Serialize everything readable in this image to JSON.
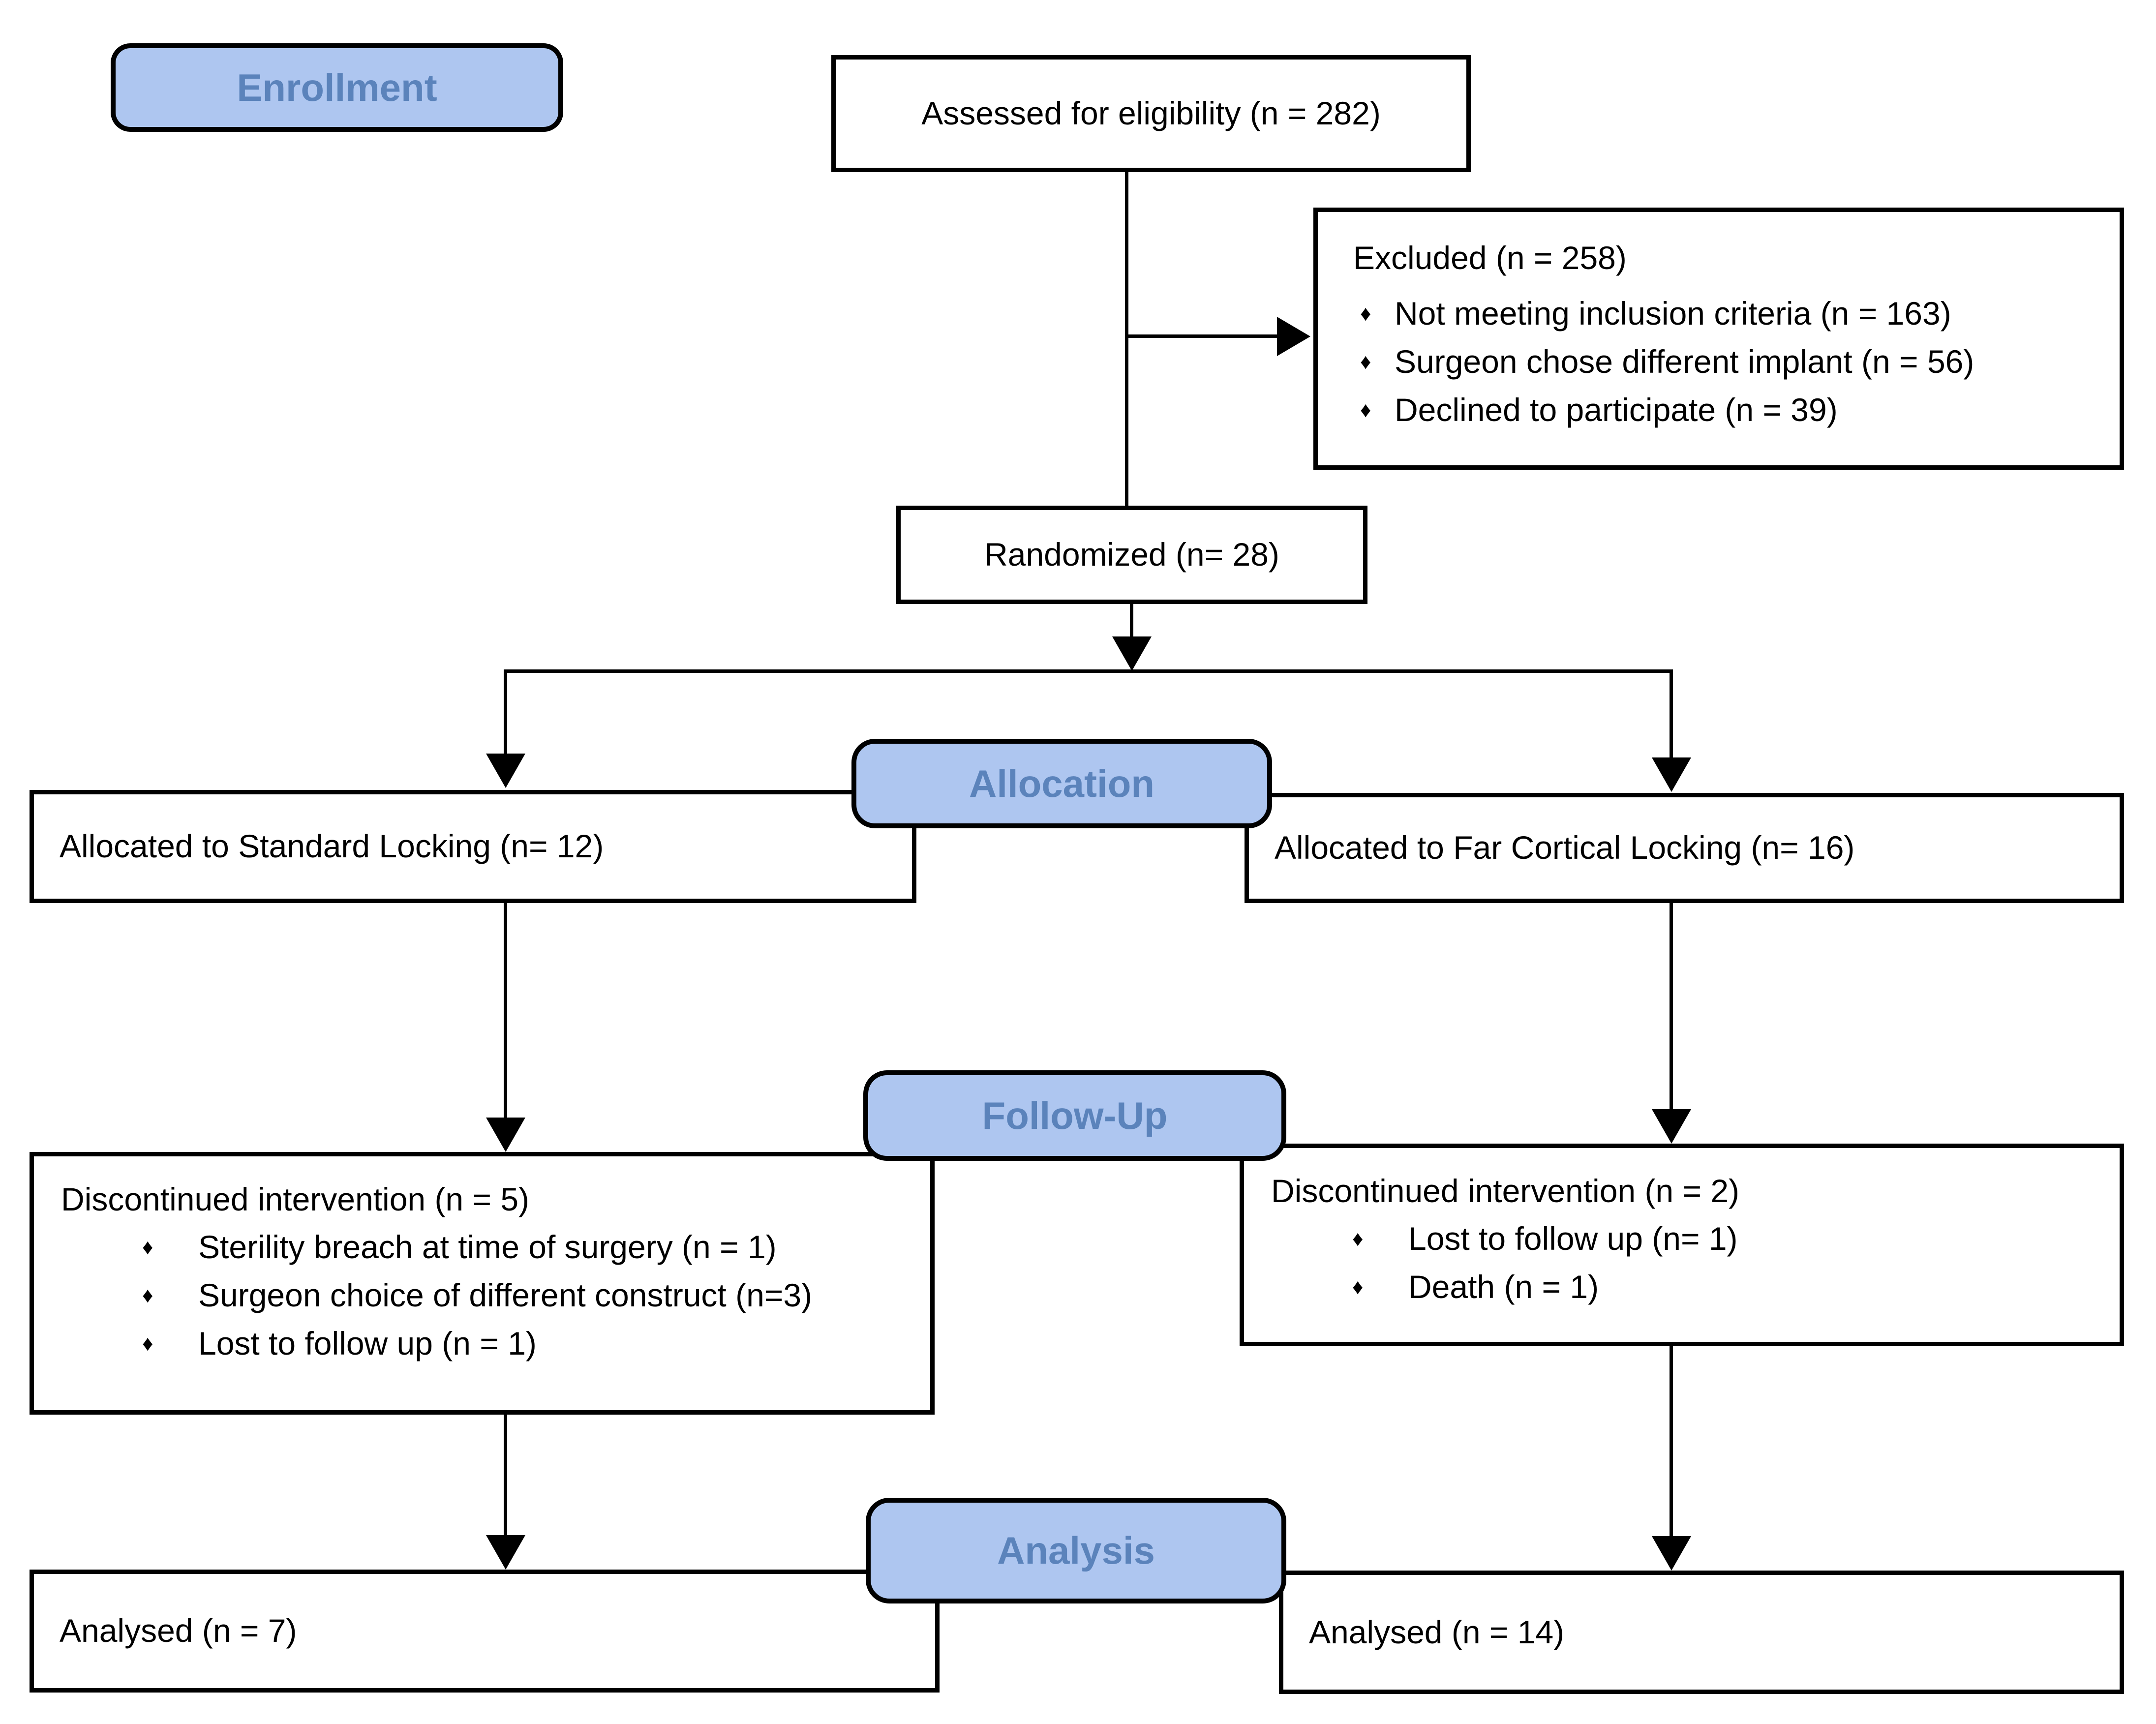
{
  "palette": {
    "label_fill": "#aec6f0",
    "label_text": "#5b83bb",
    "line": "#000000",
    "box_fill": "#ffffff",
    "text": "#000000",
    "background": "#ffffff"
  },
  "bullet_glyph": "♦",
  "stage_labels": {
    "enrollment": "Enrollment",
    "allocation": "Allocation",
    "followup": "Follow-Up",
    "analysis": "Analysis"
  },
  "boxes": {
    "assessed": {
      "text": "Assessed for eligibility (n = 282)"
    },
    "excluded": {
      "title": "Excluded (n = 258)",
      "bullets": [
        "Not meeting inclusion criteria (n = 163)",
        "Surgeon chose different implant (n = 56)",
        "Declined to participate (n = 39)"
      ]
    },
    "randomized": {
      "text": "Randomized (n= 28)"
    },
    "allocated_standard": {
      "text": "Allocated to Standard Locking (n= 12)"
    },
    "allocated_far_cortical": {
      "text": "Allocated to Far Cortical Locking (n= 16)"
    },
    "discontinued_standard": {
      "title": "Discontinued intervention (n = 5)",
      "bullets": [
        "Sterility breach at time of surgery (n = 1)",
        "Surgeon choice of different construct (n=3)",
        "Lost to follow up (n = 1)"
      ]
    },
    "discontinued_far_cortical": {
      "title": "Discontinued intervention (n = 2)",
      "bullets": [
        "Lost to follow up (n= 1)",
        "Death (n = 1)"
      ]
    },
    "analysed_standard": {
      "text": "Analysed (n = 7)"
    },
    "analysed_far_cortical": {
      "text": "Analysed (n = 14)"
    }
  }
}
